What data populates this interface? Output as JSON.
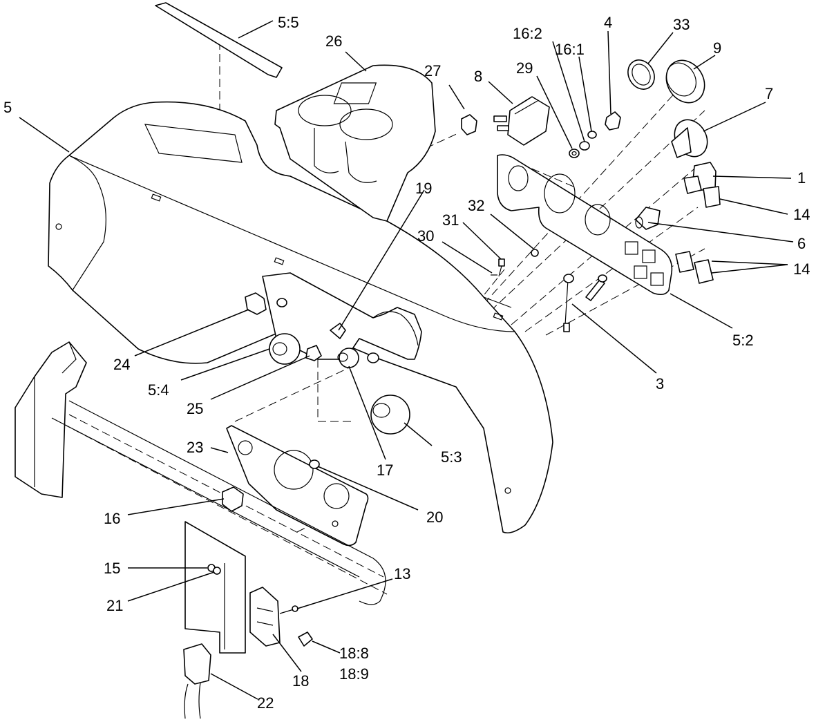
{
  "callouts": {
    "c5_5": "5:5",
    "c26": "26",
    "c5": "5",
    "c27": "27",
    "c8": "8",
    "c29": "29",
    "c16_2": "16:2",
    "c16_1": "16:1",
    "c4": "4",
    "c33": "33",
    "c9": "9",
    "c7": "7",
    "c1": "1",
    "c14a": "14",
    "c6": "6",
    "c14b": "14",
    "c19": "19",
    "c32": "32",
    "c31": "31",
    "c30": "30",
    "c5_2": "5:2",
    "c3": "3",
    "c24": "24",
    "c5_4": "5:4",
    "c25": "25",
    "c17": "17",
    "c5_3": "5:3",
    "c23": "23",
    "c20": "20",
    "c16": "16",
    "c15": "15",
    "c13": "13",
    "c21": "21",
    "c18_8": "18:8",
    "c18_9": "18:9",
    "c18": "18",
    "c22": "22"
  }
}
